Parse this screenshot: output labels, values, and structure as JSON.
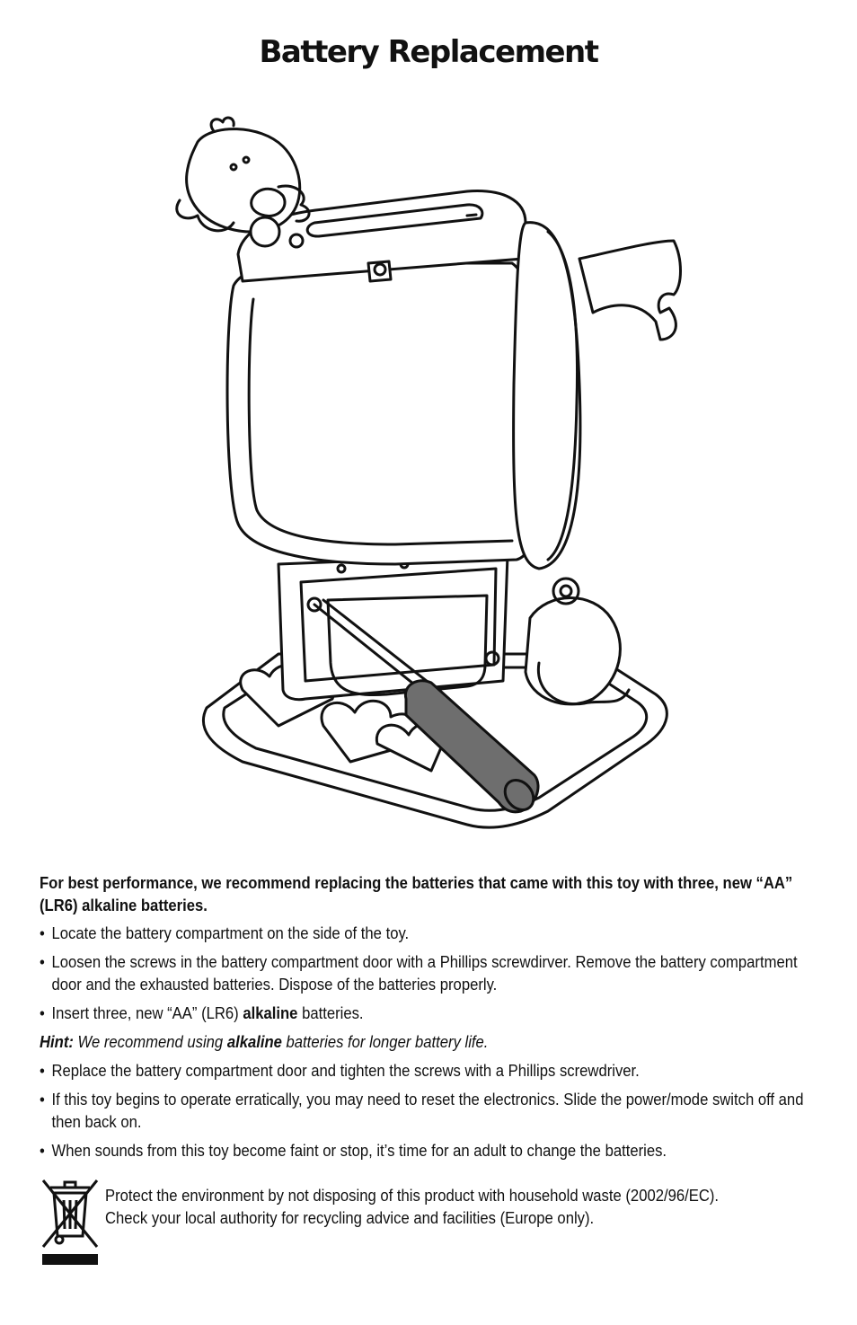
{
  "title": "Battery Replacement",
  "intro": "For best performance, we recommend replacing the batteries that came with this toy with three, new “AA” (LR6) alkaline batteries.",
  "steps_a": [
    {
      "text": "Locate the battery compartment on the side of the toy."
    },
    {
      "text": "Loosen the screws in the battery compartment door with a Phillips screwdirver. Remove the battery compartment door and the exhausted batteries. Dispose of the batteries properly."
    },
    {
      "pre": "Insert three, new “AA” (LR6) ",
      "bold": "alkaline",
      "post": " batteries."
    }
  ],
  "hint": {
    "label": "Hint:",
    "pre": " We recommend using ",
    "bold": "alkaline",
    "post": " batteries for longer battery life."
  },
  "steps_b": [
    {
      "text": "Replace the battery compartment door and tighten the screws with a Phillips screwdriver."
    },
    {
      "text": "If this toy begins to operate erratically, you may need to reset the electronics. Slide the power/mode switch off and then back on."
    },
    {
      "text": "When sounds from this toy become faint or stop, it’s time for an adult to change the batteries."
    }
  ],
  "environment": {
    "line1": "Protect the environment by not disposing of this product with household waste (2002/96/EC).",
    "line2": "Check your local authority for recycling advice and facilities (Europe only)."
  },
  "icons": {
    "illustration": "toy-battery-illustration",
    "weee": "crossed-out-wheelie-bin-icon"
  },
  "colors": {
    "text": "#111111",
    "screwdriver": "#6e6e6e"
  }
}
